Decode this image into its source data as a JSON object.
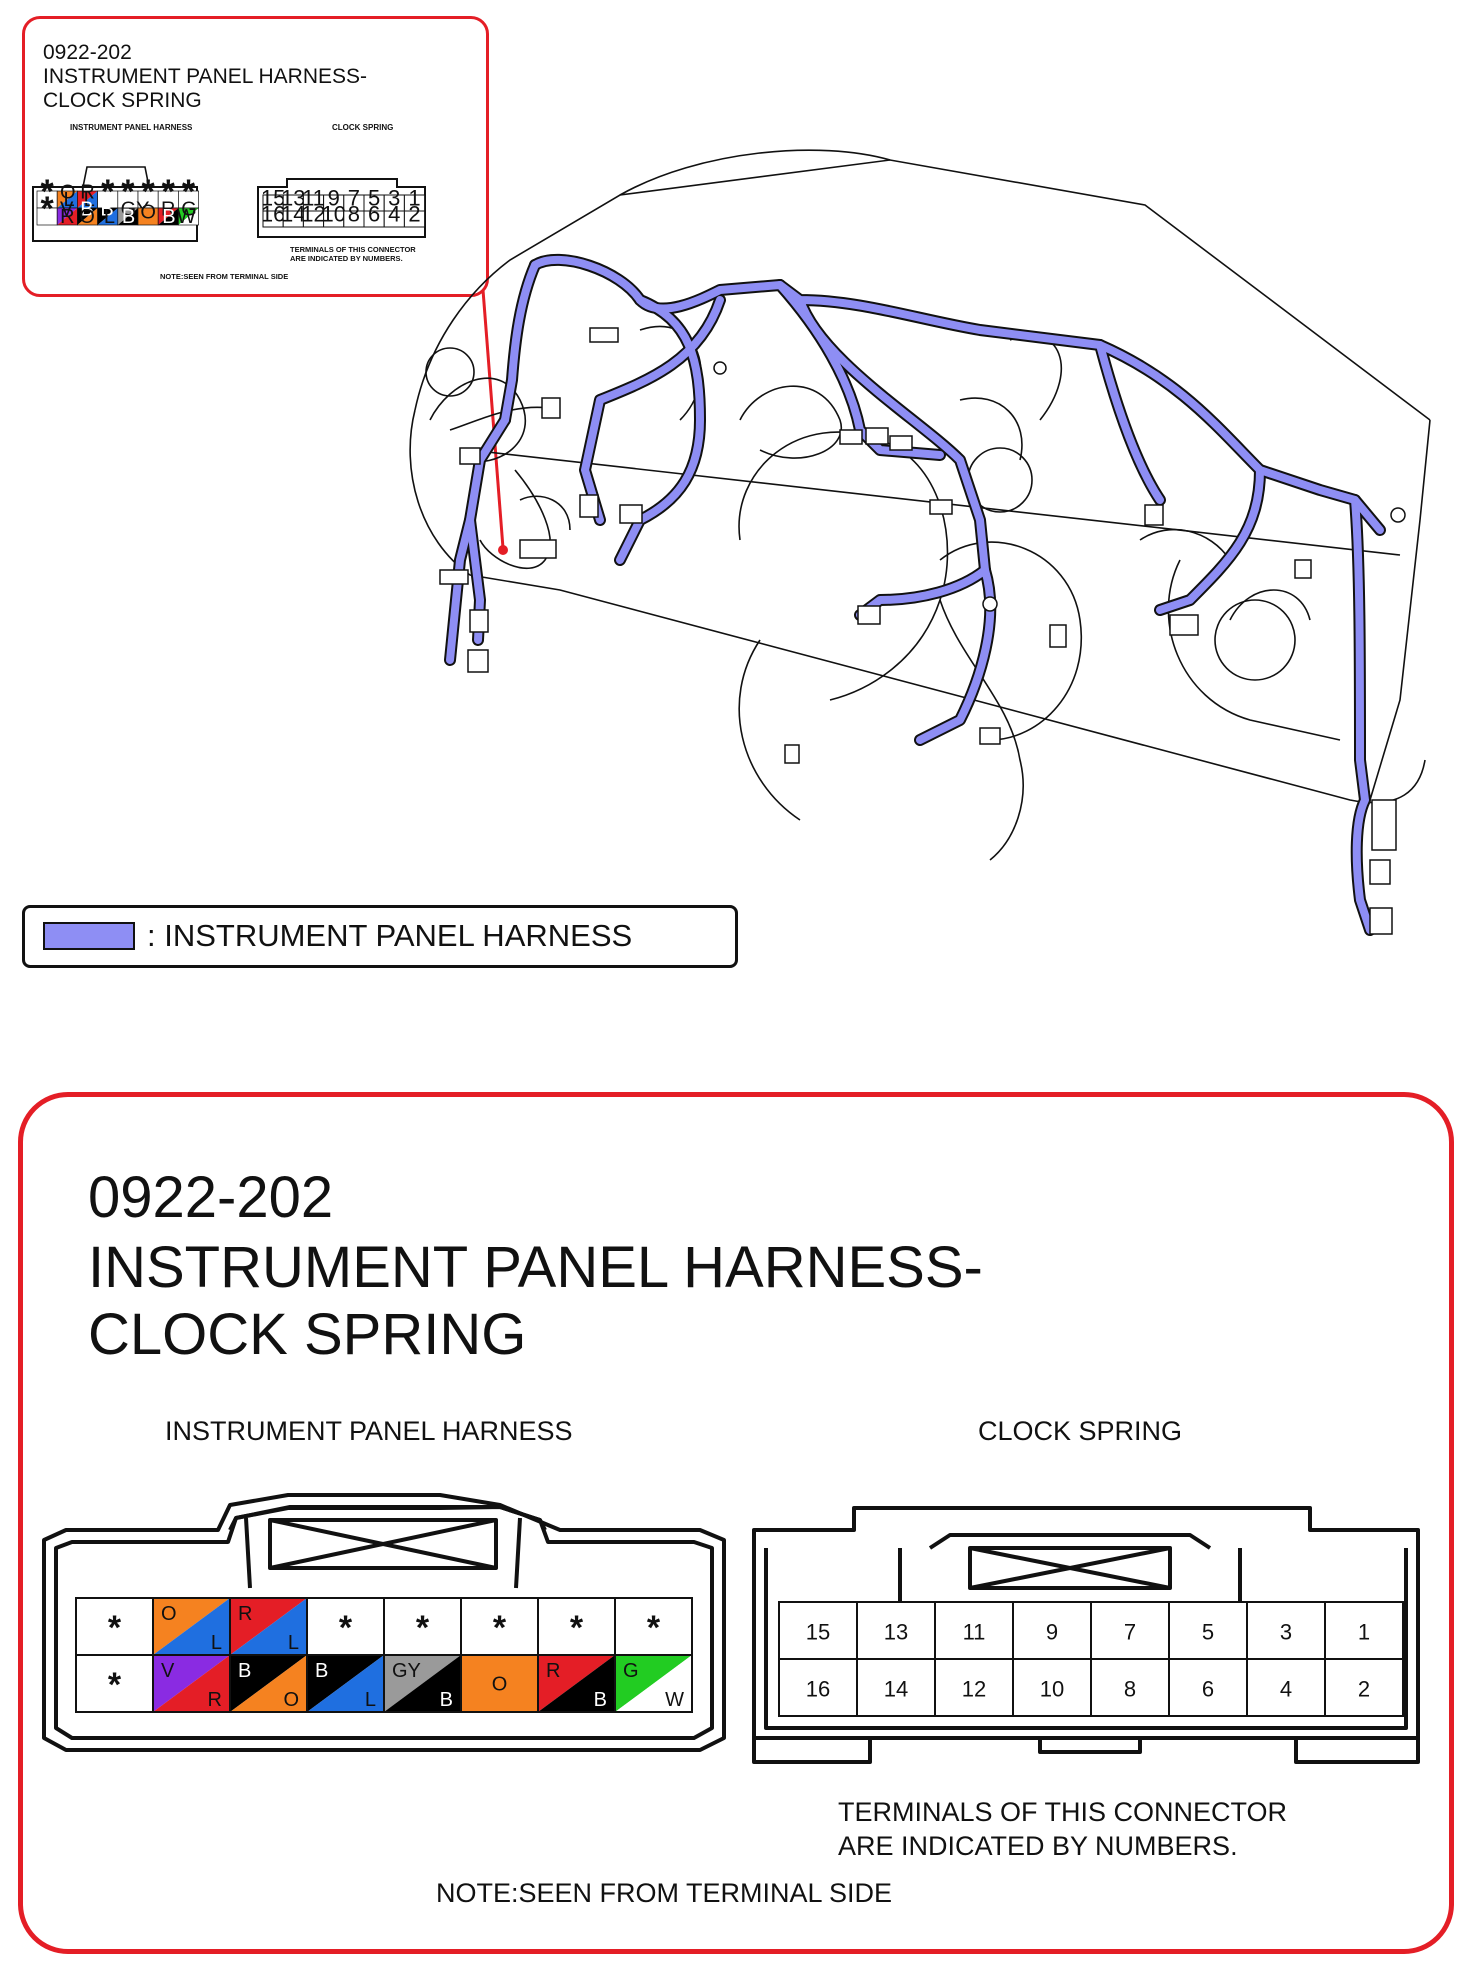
{
  "callout": {
    "code": "0922-202",
    "title_line1": "INSTRUMENT PANEL HARNESS-",
    "title_line2": "CLOCK SPRING",
    "left_label": "INSTRUMENT PANEL HARNESS",
    "right_label": "CLOCK SPRING",
    "terminals_note_1": "TERMINALS OF THIS CONNECTOR",
    "terminals_note_2": "ARE INDICATED BY NUMBERS.",
    "seen_note": "NOTE:SEEN FROM TERMINAL SIDE"
  },
  "legend": {
    "text": ": INSTRUMENT PANEL HARNESS",
    "swatch_color": "#8e8ef4"
  },
  "detail": {
    "code": "0922-202",
    "title_line1": "INSTRUMENT PANEL HARNESS-",
    "title_line2": "CLOCK SPRING",
    "left_label": "INSTRUMENT PANEL HARNESS",
    "right_label": "CLOCK SPRING",
    "terminals_note_1": "TERMINALS OF THIS CONNECTOR",
    "terminals_note_2": "ARE INDICATED BY NUMBERS.",
    "seen_note": "NOTE:SEEN FROM TERMINAL SIDE"
  },
  "harness_pins": {
    "top_row": [
      {
        "type": "star",
        "text": "*"
      },
      {
        "type": "split",
        "a": "O",
        "b": "L",
        "ca": "#f58220",
        "cb": "#1f6fe0"
      },
      {
        "type": "split",
        "a": "R",
        "b": "L",
        "ca": "#e41e26",
        "cb": "#1f6fe0"
      },
      {
        "type": "star",
        "text": "*"
      },
      {
        "type": "star",
        "text": "*"
      },
      {
        "type": "star",
        "text": "*"
      },
      {
        "type": "star",
        "text": "*"
      },
      {
        "type": "star",
        "text": "*"
      }
    ],
    "bottom_row": [
      {
        "type": "star",
        "text": "*"
      },
      {
        "type": "split",
        "a": "V",
        "b": "R",
        "ca": "#8a2be2",
        "cb": "#e41e26"
      },
      {
        "type": "split",
        "a": "B",
        "b": "O",
        "ca": "#000000",
        "cb": "#f58220"
      },
      {
        "type": "split",
        "a": "B",
        "b": "L",
        "ca": "#000000",
        "cb": "#1f6fe0"
      },
      {
        "type": "split",
        "a": "GY",
        "b": "B",
        "ca": "#9a9a9a",
        "cb": "#000000"
      },
      {
        "type": "solid",
        "a": "O",
        "ca": "#f58220"
      },
      {
        "type": "split",
        "a": "R",
        "b": "B",
        "ca": "#e41e26",
        "cb": "#000000"
      },
      {
        "type": "split",
        "a": "G",
        "b": "W",
        "ca": "#22cc22",
        "cb": "#ffffff"
      }
    ]
  },
  "clock_pins": {
    "top_row": [
      "15",
      "13",
      "11",
      "9",
      "7",
      "5",
      "3",
      "1"
    ],
    "bottom_row": [
      "16",
      "14",
      "12",
      "10",
      "8",
      "6",
      "4",
      "2"
    ]
  },
  "colors": {
    "harness": "#8e8ef4",
    "callout_border": "#e41e26",
    "leader_line": "#e41e26"
  }
}
